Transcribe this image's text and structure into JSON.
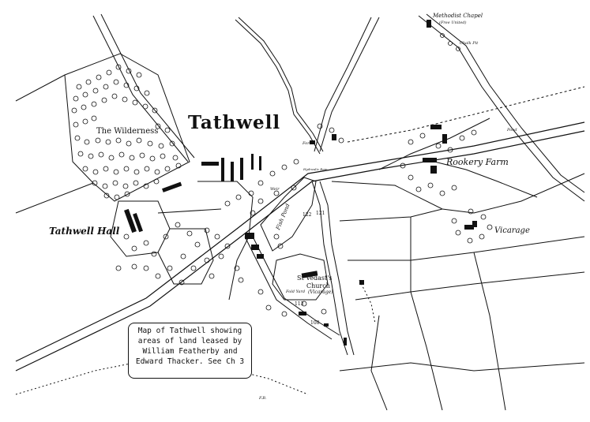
{
  "map": {
    "title": "Tathwell",
    "labels": {
      "wilderness": "The Wilderness",
      "hall": "Tathwell Hall",
      "rookery": "Rookery Farm",
      "vicarage": "Vicarage",
      "fish_pond": "Fish Pond",
      "church_line1": "St Vedast's",
      "church_line2": "Church",
      "church_line3": "(Vicarage)",
      "methodist": "Methodist Chapel",
      "free_united": "(Free United)",
      "chalk_pit": "Chalk Pit",
      "hydraulic_ram": "Hydraulic Ram",
      "ford": "Ford",
      "weir": "Weir",
      "pond": "Pond",
      "fold_yard": "Fold Yard",
      "foot_bridge": "F.B."
    },
    "parcel_numbers": [
      "122",
      "121",
      "113",
      "108"
    ],
    "caption": {
      "line1": "Map of Tathwell showing",
      "line2": "areas of land leased by",
      "line3": "William Featherby and",
      "line4": "Edward Thacker. See Ch 3"
    }
  }
}
